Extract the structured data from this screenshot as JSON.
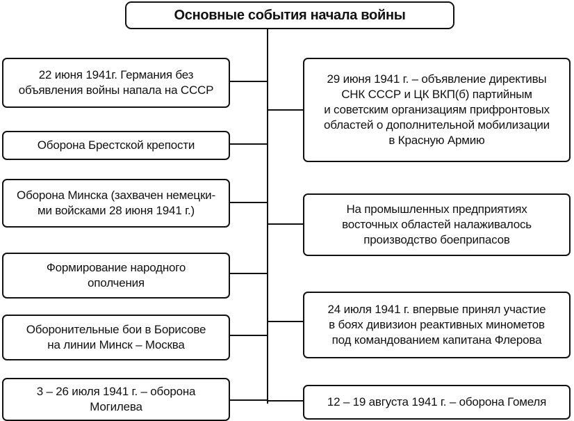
{
  "title": "Основные события начала войны",
  "left_events": [
    "22 июня 1941г. Германия без\nобъявления войны напала на СССР",
    "Оборона Брестской крепости",
    "Оборона Минска (захвачен немецки-\nми войсками 28 июня 1941 г.)",
    "Формирование народного\nополчения",
    "Оборонительные бои в Борисове\nна линии Минск – Москва",
    "3 – 26 июля 1941 г. – оборона\nМогилева"
  ],
  "right_events": [
    "29 июня 1941 г. – объявление директивы\nСНК СССР и ЦК ВКП(б) партийным\nи советским организациям прифронтовых\nобластей о дополнительной мобилизации\nв Красную Армию",
    "На промышленных предприятиях\nвосточных областей налаживалось\nпроизводство боеприпасов",
    "24 июля 1941 г. впервые принял участие\nв боях дивизион реактивных минометов\nпод командованием капитана Флерова",
    "12 – 19 августа 1941 г. – оборона Гомеля"
  ]
}
